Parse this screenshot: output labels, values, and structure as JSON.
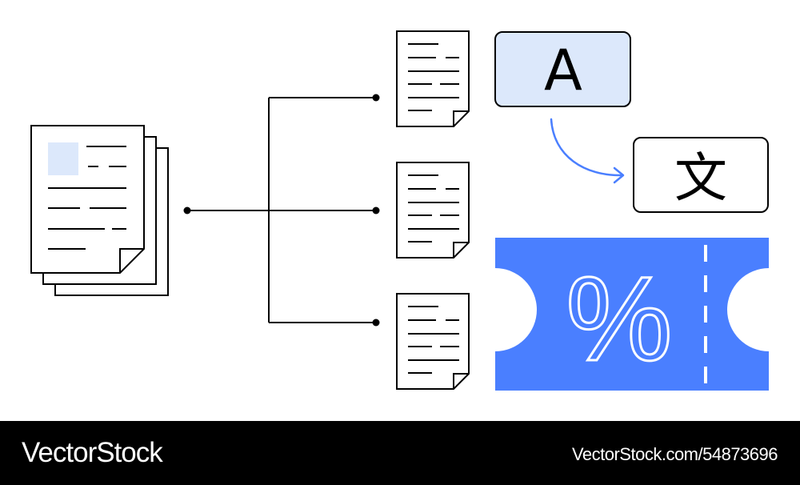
{
  "diagram": {
    "letter_card": {
      "glyph": "A"
    },
    "translated_card": {
      "glyph": "文"
    },
    "discount_ticket": {
      "glyph": "%"
    }
  },
  "colors": {
    "stroke": "#000000",
    "accent_blue": "#4a7fff",
    "light_blue_fill": "#dce8fb",
    "background": "#ffffff"
  },
  "icons": [
    "document-stack-icon",
    "document-icon",
    "translate-arrow-icon",
    "discount-ticket-icon"
  ],
  "footer": {
    "brand": "VectorStock",
    "image_id": "VectorStock.com/54873696"
  }
}
